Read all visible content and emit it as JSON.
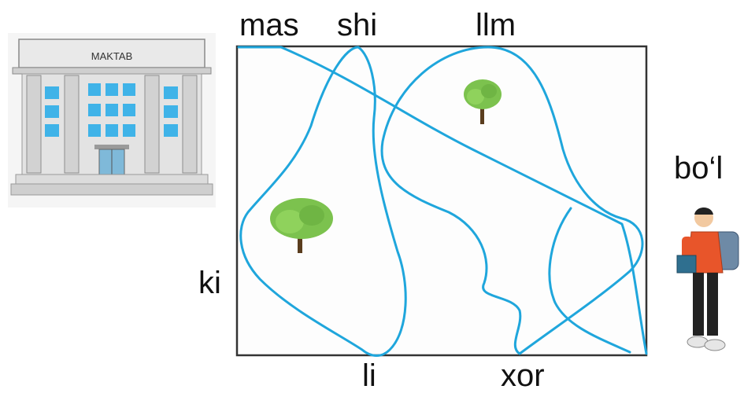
{
  "syllables": {
    "top_left": "mas",
    "top_middle": "shi",
    "top_right": "llm",
    "right": "bo‘l",
    "left": "ki",
    "bottom_middle": "li",
    "bottom_right": "xor"
  },
  "school": {
    "sign": "MAKTAB"
  },
  "colors": {
    "path": "#1fa6dc",
    "frame": "#333333",
    "window": "#3fb3e8",
    "column": "#c9c9c9",
    "tree_leaf": "#7cc24e",
    "tree_trunk": "#5a3d1e",
    "jacket": "#e8552a",
    "backpack": "#6e8aa6"
  },
  "icons": {
    "school": "school-building-icon",
    "boy": "schoolboy-with-backpack-icon",
    "tree": "tree-icon"
  }
}
